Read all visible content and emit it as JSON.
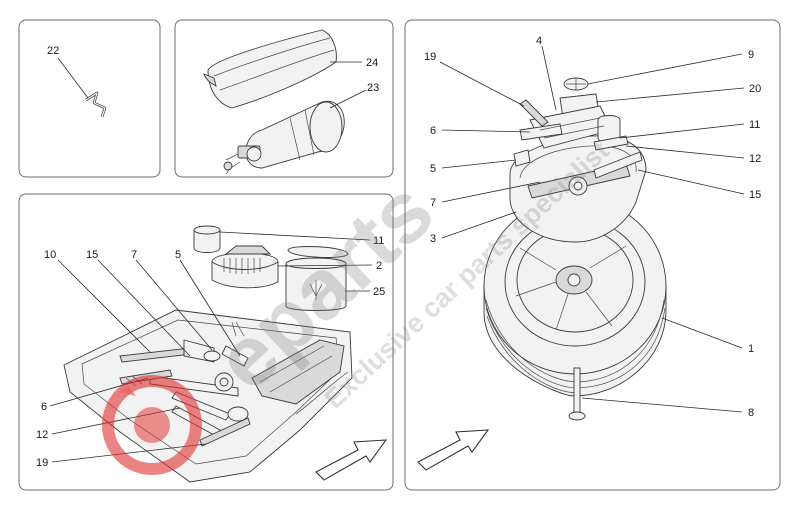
{
  "watermark": {
    "brand": "eparts",
    "tagline": "Exclusive car parts specialist",
    "accent_color": "#e0312f"
  },
  "callouts": {
    "p1_22": "22",
    "p2_24": "24",
    "p2_23": "23",
    "p3_11": "11",
    "p3_2": "2",
    "p3_25": "25",
    "p3_10": "10",
    "p3_15": "15",
    "p3_7": "7",
    "p3_5": "5",
    "p3_6": "6",
    "p3_12": "12",
    "p3_19": "19",
    "p4_19": "19",
    "p4_4": "4",
    "p4_9": "9",
    "p4_20": "20",
    "p4_6": "6",
    "p4_11": "11",
    "p4_12": "12",
    "p4_5": "5",
    "p4_15": "15",
    "p4_7": "7",
    "p4_3": "3",
    "p4_1": "1",
    "p4_8": "8"
  }
}
